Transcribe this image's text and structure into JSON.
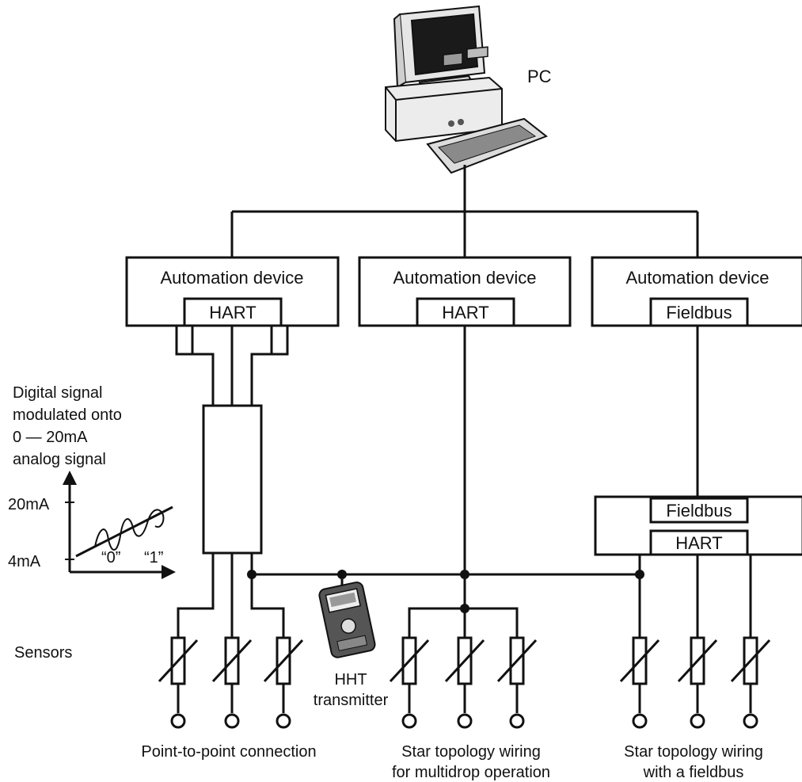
{
  "pc_label": "PC",
  "devices": [
    {
      "title": "Automation device",
      "module": "HART"
    },
    {
      "title": "Automation device",
      "module": "HART"
    },
    {
      "title": "Automation device",
      "module": "Fieldbus"
    }
  ],
  "gateway": {
    "top": "Fieldbus",
    "bottom": "HART"
  },
  "signal_note": [
    "Digital signal",
    "modulated onto",
    "0 — 20mA",
    "analog signal"
  ],
  "signal_graph": {
    "top_label": "20mA",
    "bottom_label": "4mA",
    "bit0": "“0”",
    "bit1": "“1”"
  },
  "sensors_label": "Sensors",
  "hht_label": [
    "HHT",
    "transmitter"
  ],
  "captions": {
    "left": "Point-to-point connection",
    "middle": [
      "Star topology wiring",
      "for multidrop operation"
    ],
    "right": [
      "Star topology wiring",
      "with a fieldbus"
    ]
  },
  "colors": {
    "line": "#111111",
    "background": "#ffffff",
    "screen": "#1a1a1a"
  }
}
